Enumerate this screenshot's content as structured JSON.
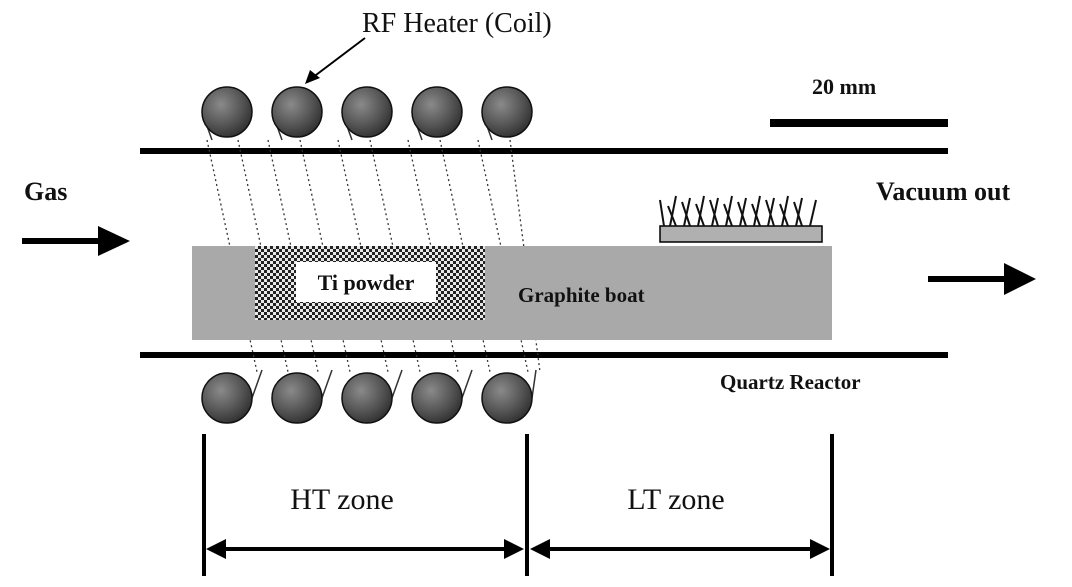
{
  "labels": {
    "rf_heater": "RF Heater (Coil)",
    "scale_bar": "20 mm",
    "gas": "Gas",
    "vacuum_out": "Vacuum out",
    "ti_powder": "Ti powder",
    "graphite_boat": "Graphite boat",
    "quartz_reactor": "Quartz Reactor",
    "ht_zone": "HT zone",
    "lt_zone": "LT zone"
  },
  "colors": {
    "coil": "#5a5a5a",
    "boat": "#a9a9a9",
    "line": "#000000",
    "powder_box": "#ffffff",
    "substrate": "#b0b0b0"
  }
}
